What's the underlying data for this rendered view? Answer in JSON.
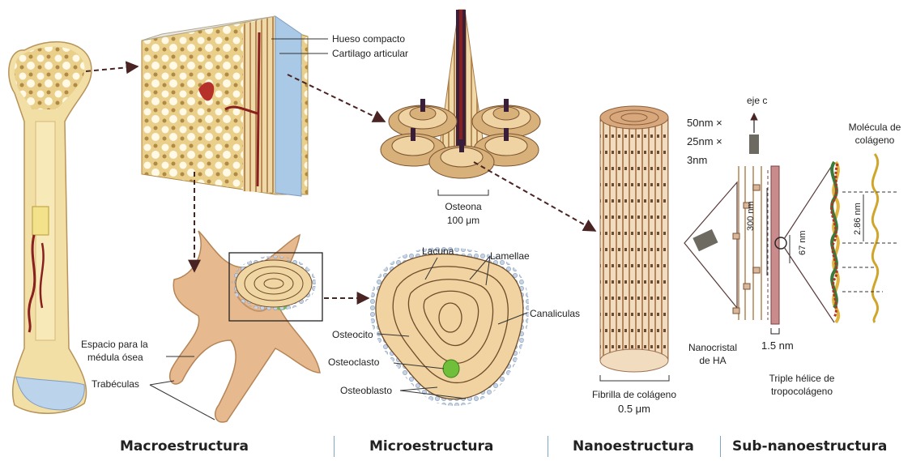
{
  "labels": {
    "hueso_compacto": "Hueso compacto",
    "cartilago": "Cartilago articular",
    "osteona": "Osteona",
    "osteona_size": "100 μm",
    "lacuna": "Lacuna",
    "lamellae": "Lamellae",
    "canaliculas": "Canaliculas",
    "osteocito": "Osteocito",
    "osteoclasto": "Osteoclasto",
    "osteoblasto": "Osteoblasto",
    "espacio_line1": "Espacio para la",
    "espacio_line2": "médula ósea",
    "trabeculas": "Trabéculas",
    "fibrilla": "Fibrilla de colágeno",
    "fibrilla_size": "0.5 μm",
    "eje_c": "eje c",
    "crystal_dim1": "50nm ×",
    "crystal_dim2": "25nm ×",
    "crystal_dim3": "3nm",
    "dim_300": "300 nm",
    "dim_67": "67 nm",
    "dim_286": "2.86 nm",
    "dim_15": "1.5 nm",
    "nanocristal_line1": "Nanocristal",
    "nanocristal_line2": "de HA",
    "triple_line1": "Triple hélice de",
    "triple_line2": "tropocolágeno",
    "molecula_line1": "Molécula de",
    "molecula_line2": "colágeno"
  },
  "sections": [
    "Macroestructura",
    "Microestructura",
    "Nanoestructura",
    "Sub-nanoestructura"
  ],
  "colors": {
    "bone": "#f1dfa6",
    "bone_dark": "#c9a55a",
    "vessel": "#8a1f1f",
    "cartilage": "#a9c9e6",
    "trabecula": "#e7b98f",
    "osteoclast": "#6fbf3a",
    "lining": "#a7bcd4",
    "arrow": "#5a2e2e",
    "separator": "#7aa7cc"
  }
}
